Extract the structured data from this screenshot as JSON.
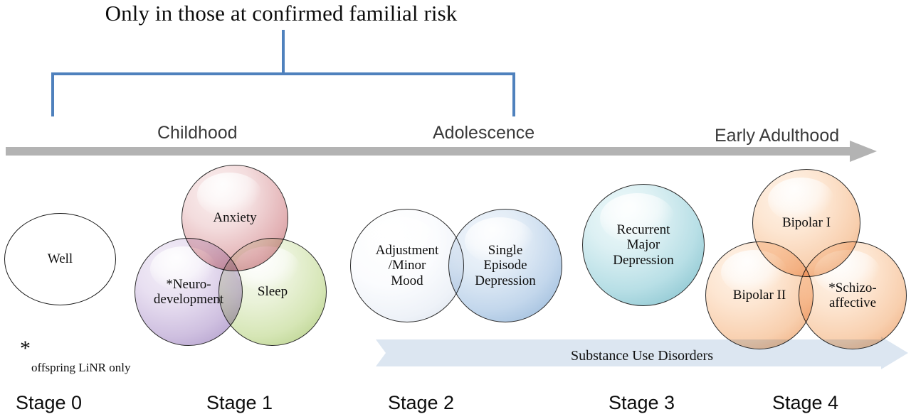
{
  "title": "Only in those at confirmed familial risk",
  "eras": {
    "childhood": "Childhood",
    "adolescence": "Adolescence",
    "early_adulthood": "Early Adulthood"
  },
  "timeline_arrow": {
    "name": "age-progression-arrow",
    "color": "#b3b3b3",
    "direction": "right"
  },
  "bracket": {
    "color": "#4f81bd",
    "spans": [
      "Childhood",
      "Adolescence"
    ]
  },
  "stages": [
    {
      "label": "Stage 0",
      "circles": [
        {
          "text": "Well",
          "color": "#ffffff",
          "name": "well"
        }
      ]
    },
    {
      "label": "Stage 1",
      "circles": [
        {
          "text": "Anxiety",
          "color": "#e3b2b5",
          "name": "anxiety"
        },
        {
          "text": "*Neuro-development",
          "line1": "*Neuro-",
          "line2": "development",
          "color": "#cfc0e0",
          "name": "neurodevelopment"
        },
        {
          "text": "Sleep",
          "color": "#d6e6b6",
          "name": "sleep"
        }
      ]
    },
    {
      "label": "Stage 2",
      "circles": [
        {
          "text": "Adjustment /Minor Mood",
          "line1": "Adjustment",
          "line2": "/Minor",
          "line3": "Mood",
          "color": "#eef2f8",
          "name": "adjustment-minor-mood"
        },
        {
          "text": "Single Episode Depression",
          "line1": "Single",
          "line2": "Episode",
          "line3": "Depression",
          "color": "#c3d7ec",
          "name": "single-episode-depression"
        }
      ]
    },
    {
      "label": "Stage 3",
      "circles": [
        {
          "text": "Recurrent Major Depression",
          "line1": "Recurrent",
          "line2": "Major",
          "line3": "Depression",
          "color": "#b8dfe6",
          "name": "recurrent-major-depression"
        }
      ]
    },
    {
      "label": "Stage 4",
      "circles": [
        {
          "text": "Bipolar I",
          "color": "#f8cfae",
          "name": "bipolar-i"
        },
        {
          "text": "Bipolar II",
          "color": "#f8cfae",
          "name": "bipolar-ii"
        },
        {
          "text": "*Schizo-affective",
          "line1": "*Schizo-",
          "line2": "affective",
          "color": "#f8cfae",
          "name": "schizoaffective"
        }
      ]
    }
  ],
  "substance_arrow": {
    "label": "Substance Use Disorders",
    "color": "#dce6f1",
    "direction": "right"
  },
  "footnote": {
    "marker": "*",
    "text": "offspring LiNR only"
  }
}
